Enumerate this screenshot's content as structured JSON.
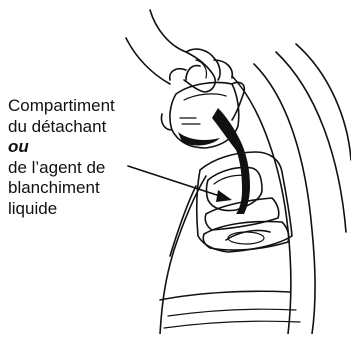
{
  "callout": {
    "line1": "Compartiment",
    "line2": "du détachant",
    "line3": "ou",
    "line4": "de l’agent de",
    "line5": "blanchiment",
    "line6": "liquide"
  },
  "colors": {
    "ink": "#111111",
    "liquid": "#111111",
    "background": "#ffffff"
  },
  "icons": [
    "hand-icon",
    "pitcher-icon",
    "dispenser-icon"
  ]
}
